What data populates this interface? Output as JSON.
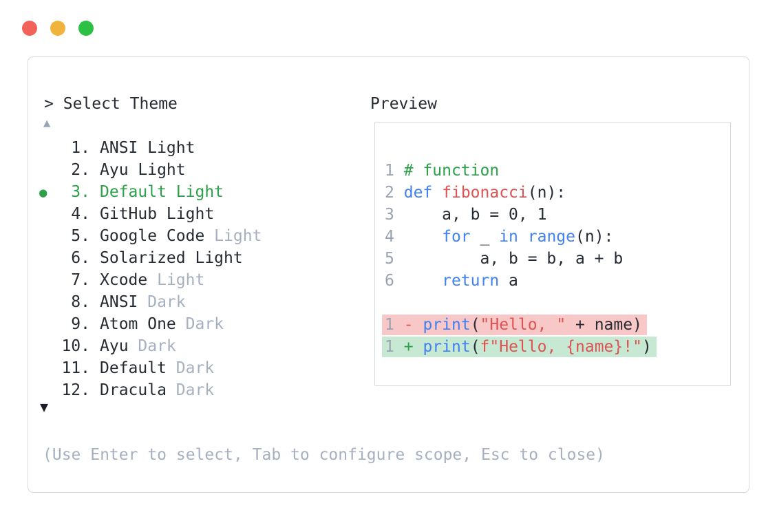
{
  "window": {
    "controls": [
      {
        "name": "close",
        "color": "#f2615a"
      },
      {
        "name": "minimize",
        "color": "#f0b43c"
      },
      {
        "name": "maximize",
        "color": "#2cc045"
      }
    ]
  },
  "selector": {
    "prompt": ">",
    "title": "Select Theme",
    "scroll_up_symbol": "▲",
    "scroll_down_symbol": "▼",
    "selected_marker": "●",
    "items": [
      {
        "num": "1.",
        "name": "ANSI Light",
        "suffix": "",
        "selected": false
      },
      {
        "num": "2.",
        "name": "Ayu Light",
        "suffix": "",
        "selected": false
      },
      {
        "num": "3.",
        "name": "Default Light",
        "suffix": "",
        "selected": true
      },
      {
        "num": "4.",
        "name": "GitHub Light",
        "suffix": "",
        "selected": false
      },
      {
        "num": "5.",
        "name": "Google Code",
        "suffix": "Light",
        "selected": false
      },
      {
        "num": "6.",
        "name": "Solarized Light",
        "suffix": "",
        "selected": false
      },
      {
        "num": "7.",
        "name": "Xcode",
        "suffix": "Light",
        "selected": false
      },
      {
        "num": "8.",
        "name": "ANSI",
        "suffix": "Dark",
        "selected": false
      },
      {
        "num": "9.",
        "name": "Atom One",
        "suffix": "Dark",
        "selected": false
      },
      {
        "num": "10.",
        "name": "Ayu",
        "suffix": "Dark",
        "selected": false
      },
      {
        "num": "11.",
        "name": "Default",
        "suffix": "Dark",
        "selected": false
      },
      {
        "num": "12.",
        "name": "Dracula",
        "suffix": "Dark",
        "selected": false
      }
    ]
  },
  "preview": {
    "label": "Preview",
    "code_lines": [
      {
        "num": "1",
        "diff": "",
        "tokens": [
          {
            "c": "comment",
            "t": "# function"
          }
        ]
      },
      {
        "num": "2",
        "diff": "",
        "tokens": [
          {
            "c": "kw",
            "t": "def"
          },
          {
            "c": "plain",
            "t": " "
          },
          {
            "c": "red",
            "t": "fibonacci"
          },
          {
            "c": "plain",
            "t": "(n):"
          }
        ]
      },
      {
        "num": "3",
        "diff": "",
        "tokens": [
          {
            "c": "plain",
            "t": "    a, b = 0, 1"
          }
        ]
      },
      {
        "num": "4",
        "diff": "",
        "tokens": [
          {
            "c": "plain",
            "t": "    "
          },
          {
            "c": "kw",
            "t": "for"
          },
          {
            "c": "plain",
            "t": " _ "
          },
          {
            "c": "kw",
            "t": "in"
          },
          {
            "c": "plain",
            "t": " "
          },
          {
            "c": "kw",
            "t": "range"
          },
          {
            "c": "plain",
            "t": "(n):"
          }
        ]
      },
      {
        "num": "5",
        "diff": "",
        "tokens": [
          {
            "c": "plain",
            "t": "        a, b = b, a + b"
          }
        ]
      },
      {
        "num": "6",
        "diff": "",
        "tokens": [
          {
            "c": "plain",
            "t": "    "
          },
          {
            "c": "kw",
            "t": "return"
          },
          {
            "c": "plain",
            "t": " a"
          }
        ]
      },
      {
        "num": "",
        "diff": "",
        "tokens": []
      },
      {
        "num": "1",
        "diff": "removed",
        "tokens": [
          {
            "c": "red",
            "t": "-"
          },
          {
            "c": "plain",
            "t": " "
          },
          {
            "c": "kw",
            "t": "print"
          },
          {
            "c": "plain",
            "t": "("
          },
          {
            "c": "red",
            "t": "\"Hello, \""
          },
          {
            "c": "plain",
            "t": " + name)"
          }
        ]
      },
      {
        "num": "1",
        "diff": "added",
        "tokens": [
          {
            "c": "green",
            "t": "+"
          },
          {
            "c": "plain",
            "t": " "
          },
          {
            "c": "kw",
            "t": "print"
          },
          {
            "c": "plain",
            "t": "("
          },
          {
            "c": "red",
            "t": "f\"Hello, {name}!\""
          },
          {
            "c": "plain",
            "t": ")"
          }
        ]
      }
    ]
  },
  "footer": {
    "hint": "(Use Enter to select, Tab to configure scope, Esc to close)"
  },
  "colors": {
    "text": "#262b33",
    "muted": "#a6b0c0",
    "line_number": "#9aa3b2",
    "green": "#2da04a",
    "blue": "#4181f0",
    "red": "#e05252",
    "removed_bg": "#f8c7c7",
    "added_bg": "#c7e8d2",
    "border": "#d5dae2"
  }
}
